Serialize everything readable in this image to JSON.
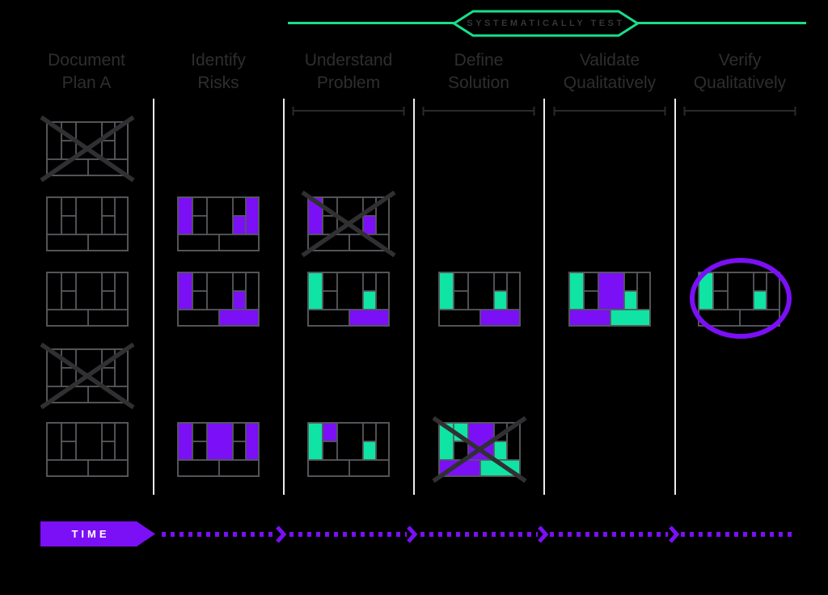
{
  "colors": {
    "background": "#000000",
    "purple": "#7b0ff5",
    "green": "#0fe4a4",
    "banner_green": "#17df8b",
    "canvas_stroke": "#55585c",
    "cross": "#303032",
    "header_text": "#2e2e31",
    "divider": "#ececec",
    "bracket": "#2a2a2c"
  },
  "banner": {
    "label": "SYSTEMATICALLY TEST"
  },
  "timeline": {
    "label": "TIME"
  },
  "columns": [
    {
      "name": "document-plan-a",
      "title_line1": "Document",
      "title_line2": "Plan A",
      "bracket": false,
      "canvases": [
        {
          "row": 1,
          "crossed": true,
          "circled": false,
          "fills": {}
        },
        {
          "row": 2,
          "crossed": false,
          "circled": false,
          "fills": {}
        },
        {
          "row": 3,
          "crossed": false,
          "circled": false,
          "fills": {}
        },
        {
          "row": 4,
          "crossed": true,
          "circled": false,
          "fills": {}
        },
        {
          "row": 5,
          "crossed": false,
          "circled": false,
          "fills": {}
        }
      ]
    },
    {
      "name": "identify-risks",
      "title_line1": "Identify",
      "title_line2": "Risks",
      "bracket": false,
      "canvases": [
        {
          "row": 2,
          "crossed": false,
          "circled": false,
          "fills": {
            "left": "purple",
            "right_mid_bottom": "purple",
            "right": "purple"
          }
        },
        {
          "row": 3,
          "crossed": false,
          "circled": false,
          "fills": {
            "left": "purple",
            "right_mid_bottom": "purple",
            "bottom_right": "purple"
          }
        },
        {
          "row": 5,
          "crossed": false,
          "circled": false,
          "fills": {
            "left": "purple",
            "center": "purple",
            "right": "purple"
          }
        }
      ]
    },
    {
      "name": "understand-problem",
      "title_line1": "Understand",
      "title_line2": "Problem",
      "bracket": true,
      "canvases": [
        {
          "row": 2,
          "crossed": true,
          "circled": false,
          "fills": {
            "left": "purple",
            "right_mid_bottom": "purple"
          }
        },
        {
          "row": 3,
          "crossed": false,
          "circled": false,
          "fills": {
            "left": "green",
            "right_mid_bottom": "green",
            "bottom_right": "purple"
          }
        },
        {
          "row": 5,
          "crossed": false,
          "circled": false,
          "fills": {
            "left": "green",
            "left_mid_top": "purple",
            "right_mid_bottom": "green"
          }
        }
      ]
    },
    {
      "name": "define-solution",
      "title_line1": "Define",
      "title_line2": "Solution",
      "bracket": true,
      "canvases": [
        {
          "row": 3,
          "crossed": false,
          "circled": false,
          "fills": {
            "left": "green",
            "right_mid_bottom": "green",
            "bottom_right": "purple"
          }
        },
        {
          "row": 5,
          "crossed": true,
          "circled": false,
          "fills": {
            "left": "green",
            "left_mid_top": "green",
            "center": "purple",
            "right_mid_bottom": "green",
            "bottom_left": "purple",
            "bottom_right": "green"
          }
        }
      ]
    },
    {
      "name": "validate-qualitatively",
      "title_line1": "Validate",
      "title_line2": "Qualitatively",
      "bracket": true,
      "canvases": [
        {
          "row": 3,
          "crossed": false,
          "circled": false,
          "fills": {
            "left": "green",
            "center": "purple",
            "right_mid_bottom": "green",
            "bottom_left": "purple",
            "bottom_right": "green"
          }
        }
      ]
    },
    {
      "name": "verify-qualitatively",
      "title_line1": "Verify",
      "title_line2": "Qualitatively",
      "bracket": true,
      "canvases": [
        {
          "row": 3,
          "crossed": false,
          "circled": true,
          "fills": {
            "left": "green",
            "right_mid_bottom": "green"
          }
        }
      ]
    }
  ]
}
